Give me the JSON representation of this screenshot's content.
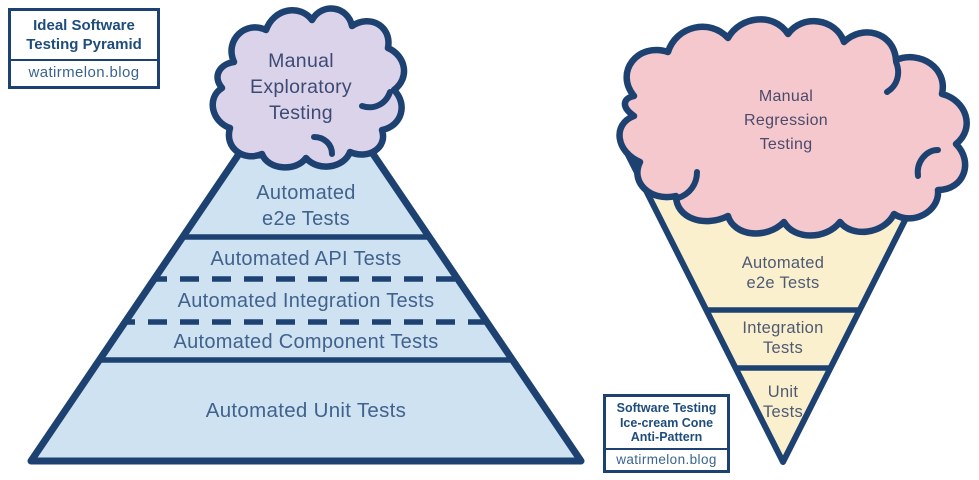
{
  "background": "#ffffff",
  "colors": {
    "outline_navy": "#1d4272",
    "pyramid_fill": "#cfe2f2",
    "left_cloud_fill": "#dbd3ea",
    "right_cloud_fill": "#f4c8cc",
    "cone_fill": "#fbf0ce",
    "badge_title_text": "#1e4d7c",
    "badge_site_text": "#3a648e",
    "pyramid_label_text": "#41628c",
    "cone_label_text": "#4e5a74",
    "left_cloud_label_text": "#3d4a74",
    "right_cloud_label_text": "#4c4a6b"
  },
  "left_diagram": {
    "badge": {
      "title": "Ideal Software\nTesting Pyramid",
      "site": "watirmelon.blog"
    },
    "cloud_label": "Manual\nExploratory\nTesting",
    "layers": [
      {
        "label": "Automated\ne2e Tests",
        "divider_below": "solid"
      },
      {
        "label": "Automated API Tests",
        "divider_below": "dashed"
      },
      {
        "label": "Automated Integration Tests",
        "divider_below": "dashed"
      },
      {
        "label": "Automated Component Tests",
        "divider_below": "solid"
      },
      {
        "label": "Automated Unit Tests",
        "divider_below": "none"
      }
    ]
  },
  "right_diagram": {
    "badge": {
      "title": "Software Testing\nIce-cream Cone\nAnti-Pattern",
      "site": "watirmelon.blog"
    },
    "cloud_label": "Manual\nRegression\nTesting",
    "layers": [
      {
        "label": "Automated\ne2e Tests",
        "divider_below": "solid"
      },
      {
        "label": "Integration\nTests",
        "divider_below": "solid"
      },
      {
        "label": "Unit\nTests",
        "divider_below": "none"
      }
    ]
  }
}
